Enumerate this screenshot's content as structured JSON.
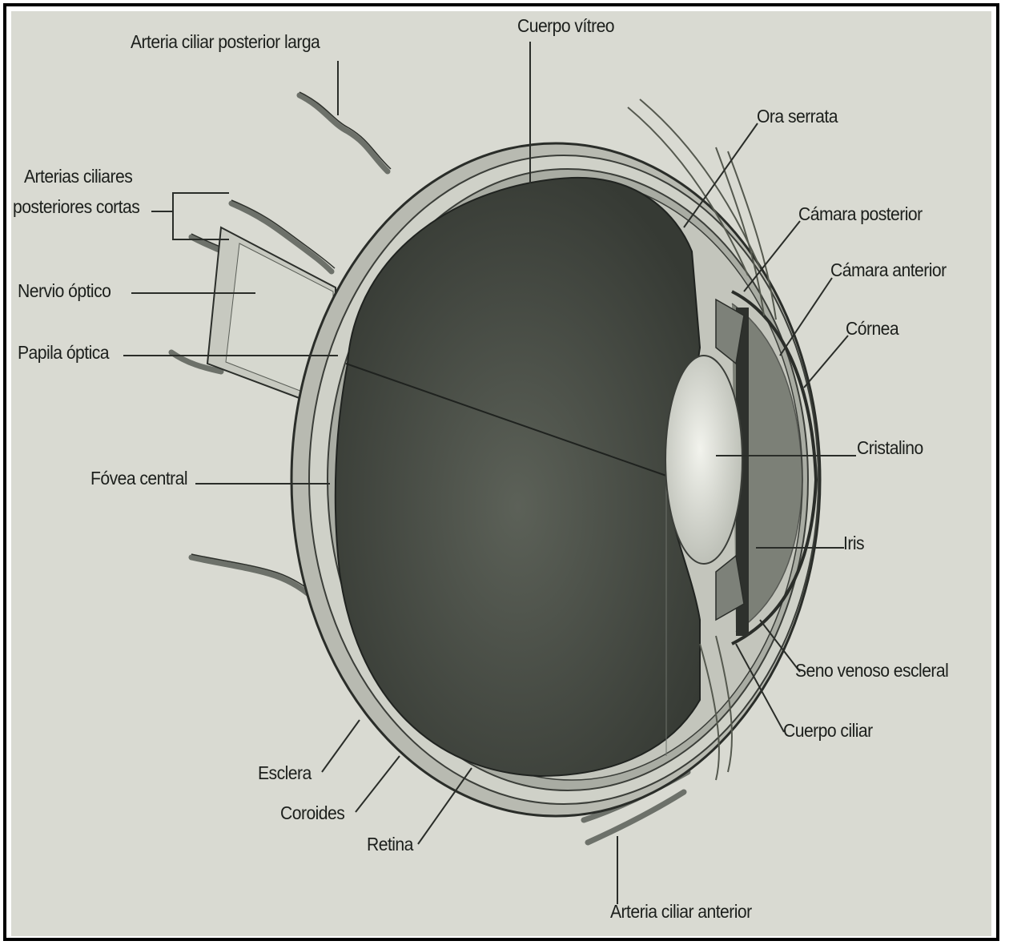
{
  "labels": {
    "arteria_ciliar_posterior_larga": "Arteria ciliar posterior larga",
    "cuerpo_vitreo": "Cuerpo vítreo",
    "ora_serrata": "Ora serrata",
    "arterias_ciliares_posteriores_cortas_line1": "Arterias ciliares",
    "arterias_ciliares_posteriores_cortas_line2": "posteriores cortas",
    "camara_posterior": "Cámara posterior",
    "camara_anterior": "Cámara anterior",
    "nervio_optico": "Nervio óptico",
    "cornea": "Córnea",
    "papila_optica": "Papila óptica",
    "cristalino": "Cristalino",
    "fovea_central": "Fóvea central",
    "iris": "Iris",
    "seno_venoso_escleral": "Seno venoso escleral",
    "cuerpo_ciliar": "Cuerpo ciliar",
    "esclera": "Esclera",
    "coroides": "Coroides",
    "retina": "Retina",
    "arteria_ciliar_anterior": "Arteria ciliar anterior"
  },
  "colors": {
    "background": "#d9dad2",
    "vitreous": "#4b4f48",
    "sclera": "#c9cbc2",
    "line": "#2a2d29"
  }
}
